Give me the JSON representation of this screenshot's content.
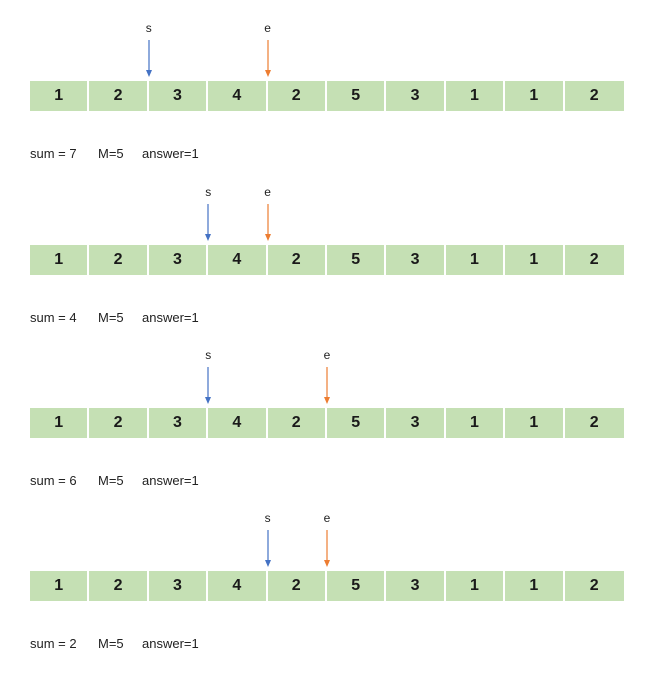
{
  "array": [
    "1",
    "2",
    "3",
    "4",
    "2",
    "5",
    "3",
    "1",
    "1",
    "2"
  ],
  "colors": {
    "cell_fill": "#c5e0b4",
    "start_arrow": "#4472c4",
    "end_arrow": "#ed7d31"
  },
  "pointer_labels": {
    "start": "s",
    "end": "e"
  },
  "frames": [
    {
      "s_index": 2,
      "e_index": 4,
      "sum": "sum = 7",
      "m": "M=5",
      "answer": "answer=1"
    },
    {
      "s_index": 3,
      "e_index": 4,
      "sum": "sum = 4",
      "m": "M=5",
      "answer": "answer=1"
    },
    {
      "s_index": 3,
      "e_index": 5,
      "sum": "sum = 6",
      "m": "M=5",
      "answer": "answer=1"
    },
    {
      "s_index": 4,
      "e_index": 5,
      "sum": "sum = 2",
      "m": "M=5",
      "answer": "answer=1"
    }
  ]
}
